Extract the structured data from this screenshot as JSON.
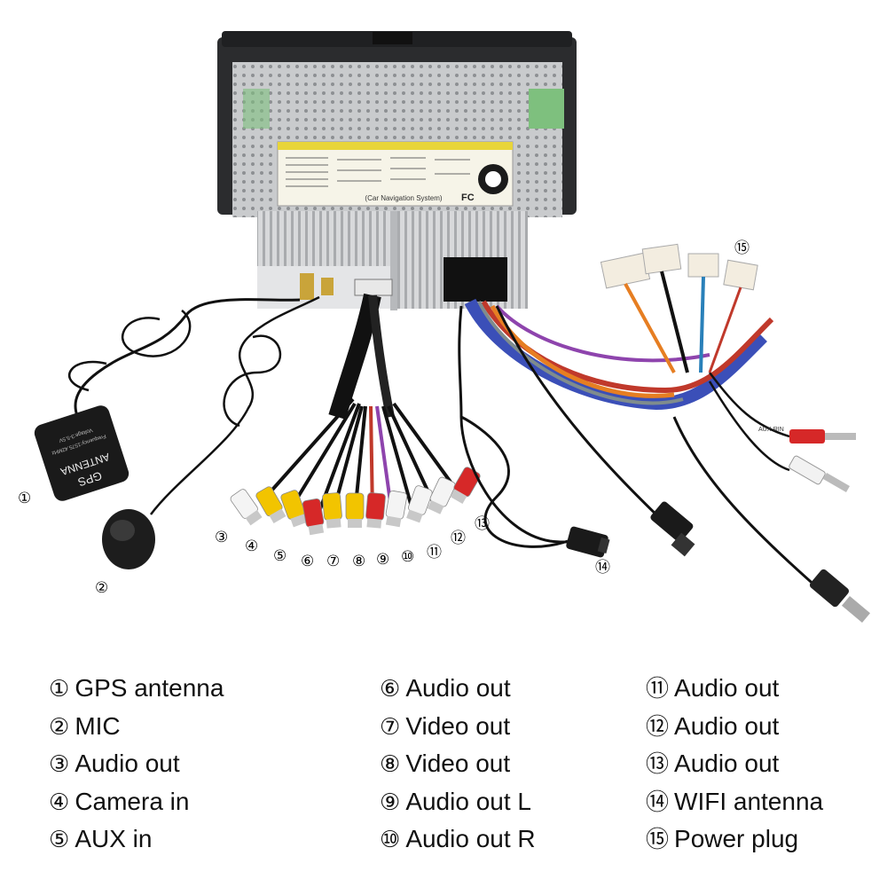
{
  "device": {
    "gps_box_text": [
      "GPS",
      "ANTENNA"
    ],
    "gps_box_small": [
      "Frequency:1575.42MHz",
      "Voltage:3-5.5V"
    ],
    "top_sticker": "(Car Navigation System)",
    "fc_mark": "FC",
    "aux_rin_tag": "AUX-RIN"
  },
  "callouts": [
    {
      "mark": "①"
    },
    {
      "mark": "②"
    },
    {
      "mark": "③"
    },
    {
      "mark": "④"
    },
    {
      "mark": "⑤"
    },
    {
      "mark": "⑥"
    },
    {
      "mark": "⑦"
    },
    {
      "mark": "⑧"
    },
    {
      "mark": "⑨"
    },
    {
      "mark": "⑩"
    },
    {
      "mark": "⑪"
    },
    {
      "mark": "⑫"
    },
    {
      "mark": "⑬"
    },
    {
      "mark": "⑭"
    },
    {
      "mark": "⑮"
    }
  ],
  "legend": {
    "columns": [
      [
        {
          "mark": "①",
          "label": "GPS antenna"
        },
        {
          "mark": "②",
          "label": "MIC"
        },
        {
          "mark": "③",
          "label": "Audio out"
        },
        {
          "mark": "④",
          "label": "Camera in"
        },
        {
          "mark": "⑤",
          "label": "AUX in"
        }
      ],
      [
        {
          "mark": "⑥",
          "label": "Audio out"
        },
        {
          "mark": "⑦",
          "label": "Video out"
        },
        {
          "mark": "⑧",
          "label": "Video out"
        },
        {
          "mark": "⑨",
          "label": "Audio out L"
        },
        {
          "mark": "⑩",
          "label": "Audio out R"
        }
      ],
      [
        {
          "mark": "⑪",
          "label": "Audio out"
        },
        {
          "mark": "⑫",
          "label": "Audio out"
        },
        {
          "mark": "⑬",
          "label": "Audio out"
        },
        {
          "mark": "⑭",
          "label": "WIFI antenna"
        },
        {
          "mark": "⑮",
          "label": "Power plug"
        }
      ]
    ]
  }
}
